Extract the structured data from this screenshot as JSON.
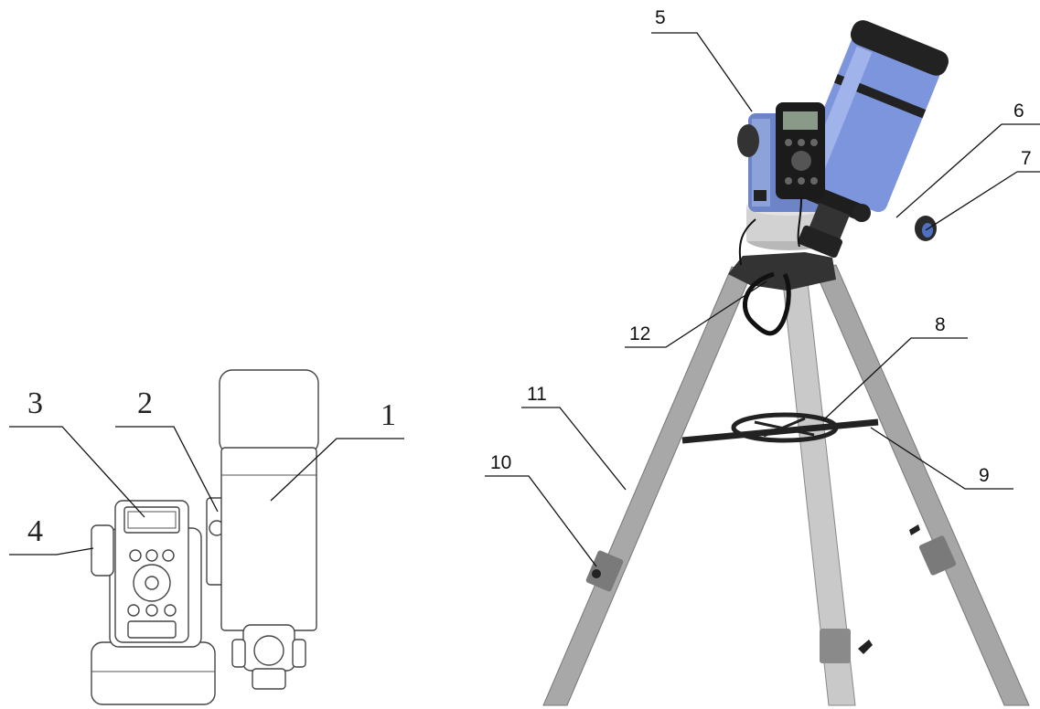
{
  "left_labels": [
    "1",
    "2",
    "3",
    "4"
  ],
  "right_labels": [
    "5",
    "6",
    "7",
    "8",
    "9",
    "10",
    "11",
    "12"
  ]
}
